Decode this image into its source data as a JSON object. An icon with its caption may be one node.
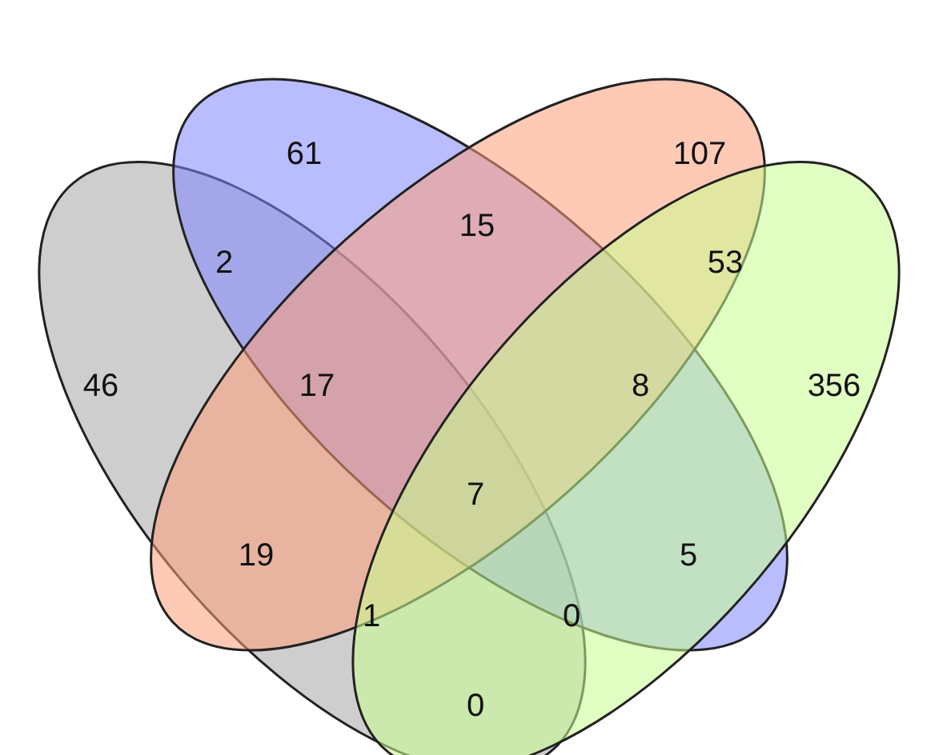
{
  "diagram": {
    "nodes": [
      {
        "text": [],
        "shape": "ellipse"
      },
      {
        "text": [],
        "shape": "ellipse"
      },
      {
        "text": [],
        "shape": "ellipse"
      },
      {
        "text": [],
        "shape": "ellipse"
      }
    ],
    "labels": [
      "61",
      "107",
      "15",
      "2",
      "53",
      "46",
      "17",
      "8",
      "356",
      "7",
      "19",
      "5",
      "1",
      "0",
      "0"
    ]
  }
}
